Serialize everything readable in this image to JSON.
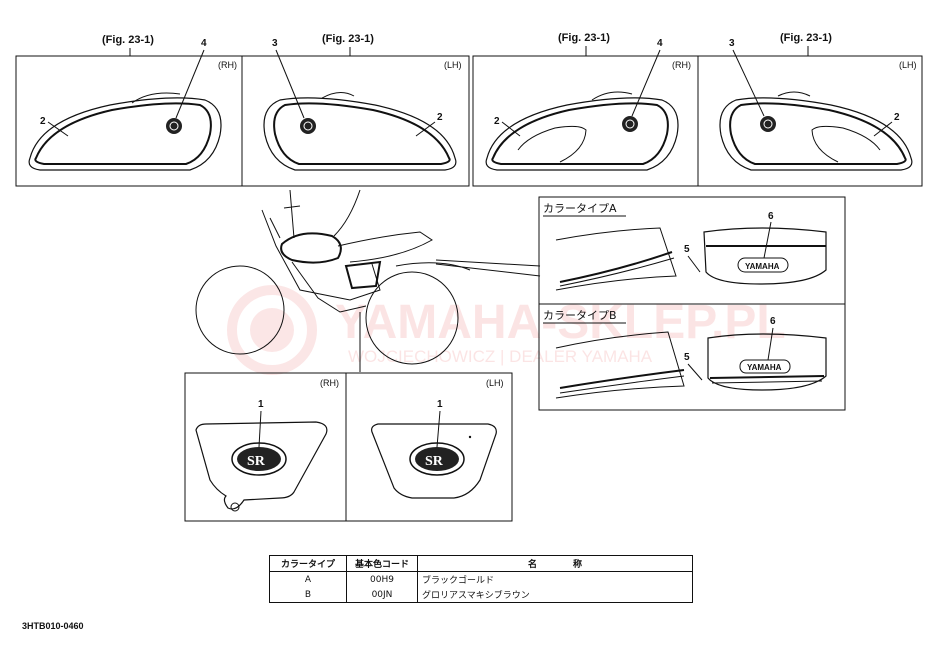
{
  "figure_refs": [
    "(Fig. 23-1)",
    "(Fig. 23-1)",
    "(Fig. 23-1)",
    "(Fig. 23-1)"
  ],
  "side_labels": {
    "rh": "(RH)",
    "lh": "(LH)"
  },
  "callouts": [
    "1",
    "2",
    "3",
    "4",
    "5",
    "6"
  ],
  "color_type_a": "カラータイプA",
  "color_type_b": "カラータイプB",
  "tank_emblem_text": "YAMAHA",
  "cover_emblem_text": "SR",
  "watermark": {
    "title": "YAMAHA-SKLEP.PL",
    "subtitle": "WOJCIECHOWICZ | DEALER YAMAHA"
  },
  "legend": {
    "headers": [
      "カラータイプ",
      "基本色コード",
      "名　　　　称"
    ],
    "rows": [
      {
        "type": "A",
        "code": "00H9",
        "name": "ブラックゴールド"
      },
      {
        "type": "B",
        "code": "00JN",
        "name": "グロリアスマキシブラウン"
      }
    ]
  },
  "drawing_code": "3HTB010-0460",
  "colors": {
    "line": "#111111",
    "watermark": "#e23a3a"
  }
}
